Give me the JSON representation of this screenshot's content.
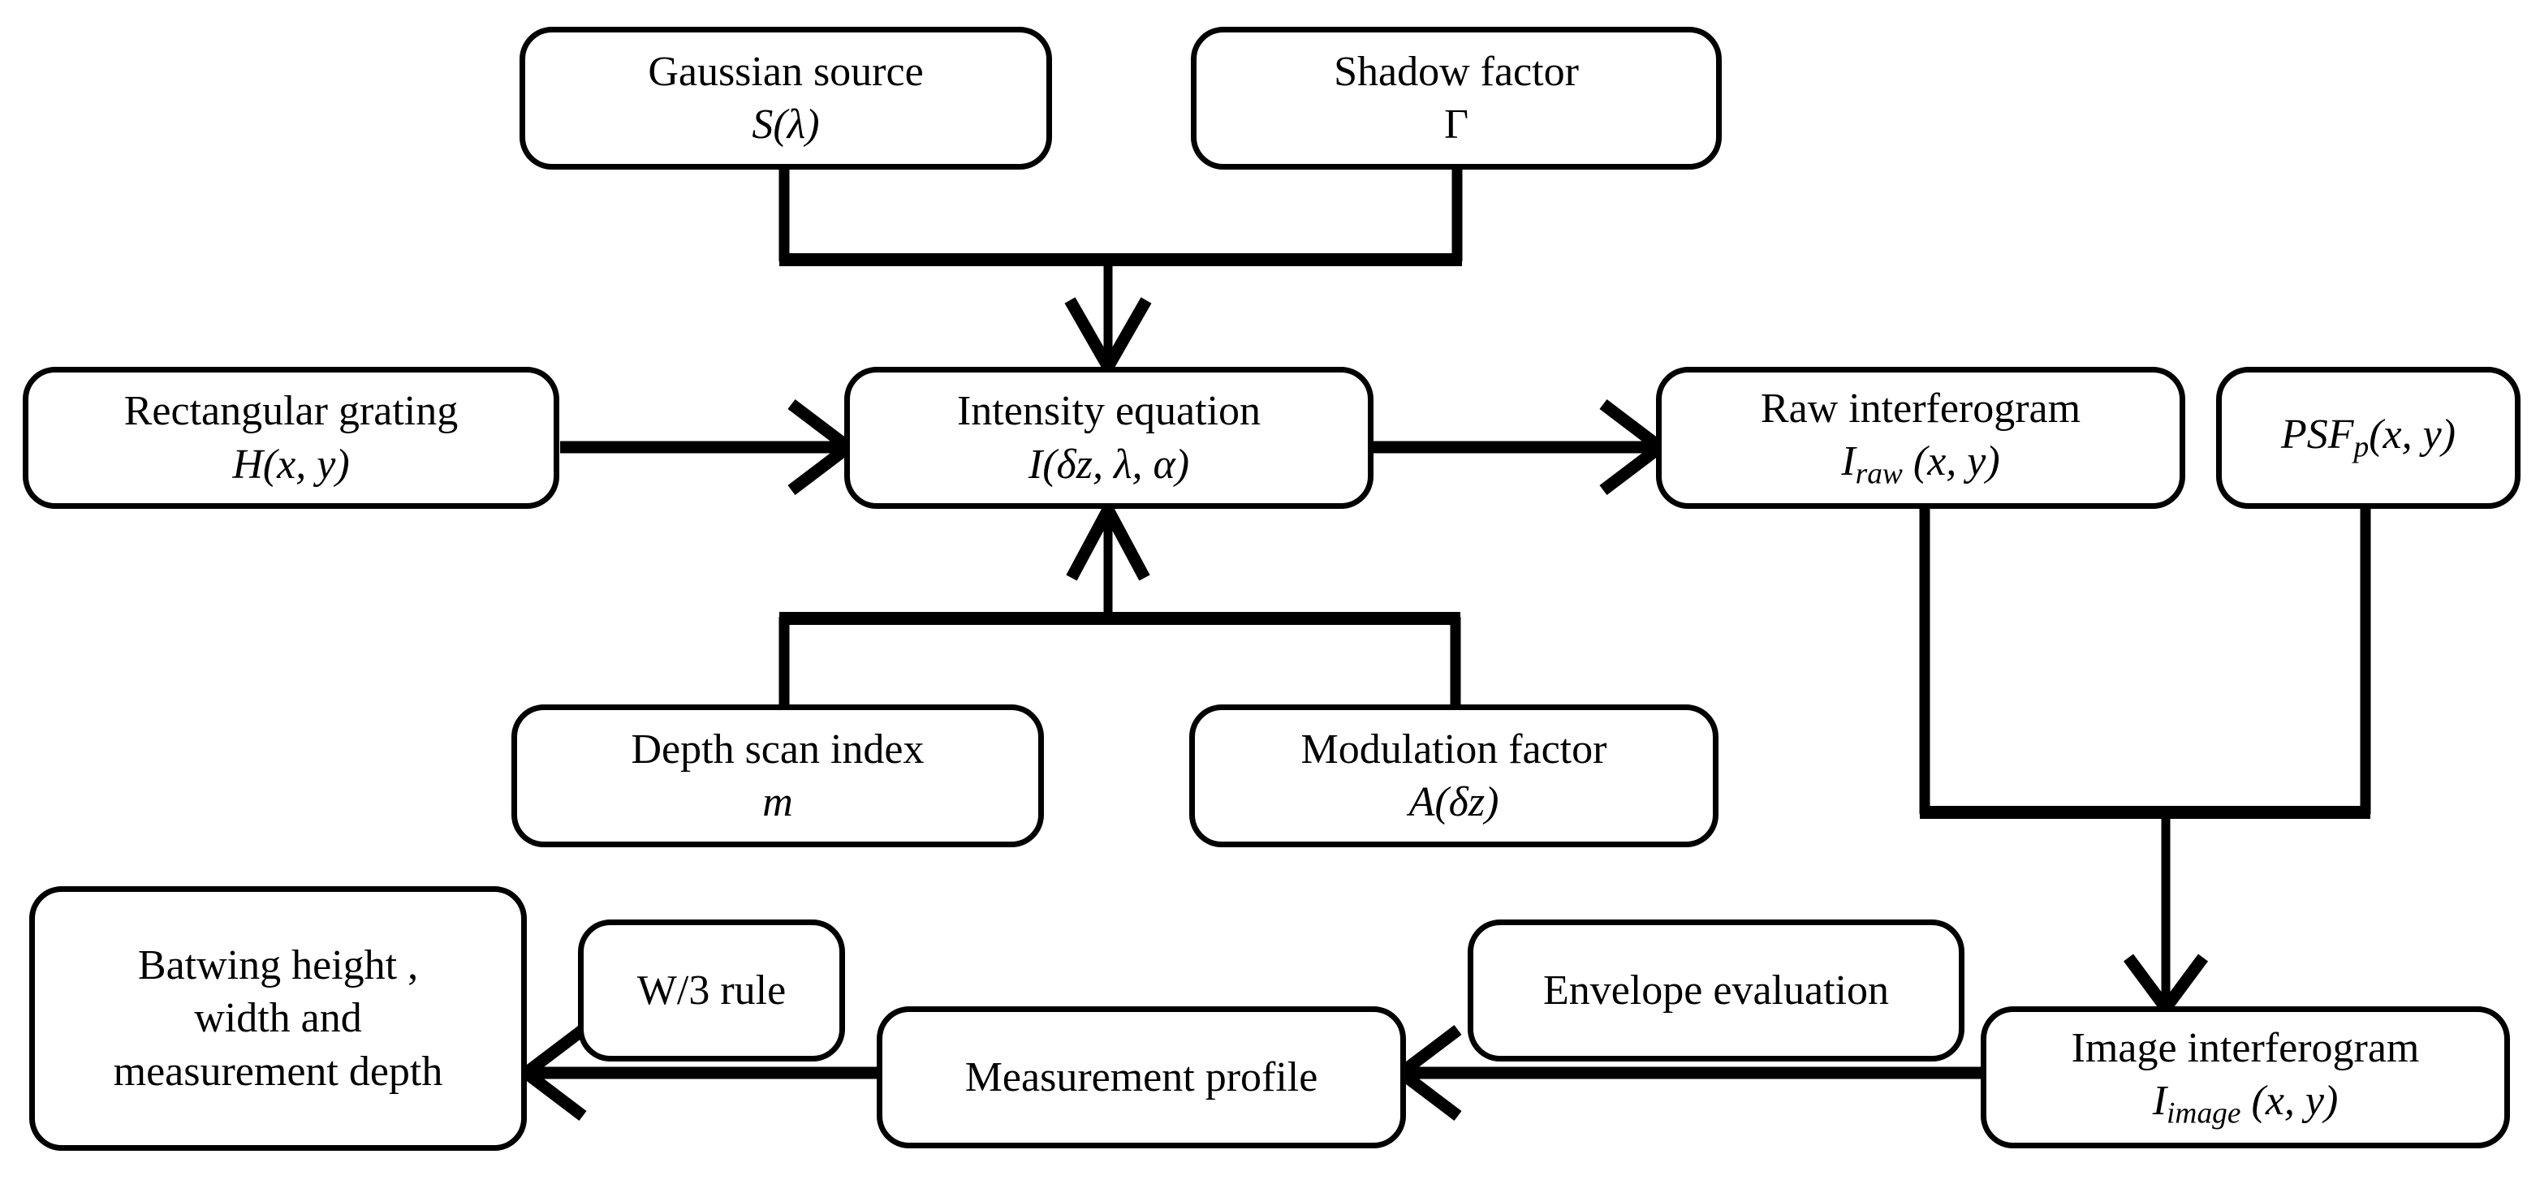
{
  "diagram": {
    "title": "Batwing measurement simulation flowchart",
    "background_color": "#ffffff",
    "line_color": "#000000"
  },
  "nodes": {
    "gaussian_source": {
      "line1": "Gaussian source",
      "line2": "S(λ)"
    },
    "shadow_factor": {
      "line1": "Shadow factor",
      "line2": "Γ"
    },
    "rectangular_grating": {
      "line1": "Rectangular grating",
      "line2": "H(x, y)"
    },
    "intensity_equation": {
      "line1": "Intensity equation",
      "line2": "I(δz, λ, α)"
    },
    "raw_interferogram": {
      "line1": "Raw interferogram",
      "line2_base": "I",
      "line2_sub": "raw",
      "line2_tail": " (x, y)"
    },
    "psf_p": {
      "line1_base": "PSF",
      "line1_sub": "p",
      "line1_tail": "(x, y)"
    },
    "depth_scan_index": {
      "line1": "Depth scan index",
      "line2": "m"
    },
    "modulation_factor": {
      "line1": "Modulation factor",
      "line2": "A(δz)"
    },
    "image_interferogram": {
      "line1": "Image interferogram",
      "line2_base": "I",
      "line2_sub": "image",
      "line2_tail": " (x, y)"
    },
    "envelope_evaluation": {
      "line1": "Envelope evaluation"
    },
    "measurement_profile": {
      "line1": "Measurement profile"
    },
    "w3_rule": {
      "line1": "W/3 rule"
    },
    "batwing_output": {
      "line1": "Batwing height ,",
      "line2": "width  and",
      "line3": "measurement depth"
    }
  },
  "edges": [
    {
      "name": "gaussian-source-to-intensity-equation",
      "from": "gaussian_source",
      "to": "intensity_equation",
      "style": "elbow-merge-down"
    },
    {
      "name": "shadow-factor-to-intensity-equation",
      "from": "shadow_factor",
      "to": "intensity_equation",
      "style": "elbow-merge-down"
    },
    {
      "name": "rectangular-grating-to-intensity-equation",
      "from": "rectangular_grating",
      "to": "intensity_equation",
      "style": "straight-right"
    },
    {
      "name": "intensity-equation-to-raw-interferogram",
      "from": "intensity_equation",
      "to": "raw_interferogram",
      "style": "straight-right"
    },
    {
      "name": "depth-scan-index-to-intensity-equation",
      "from": "depth_scan_index",
      "to": "intensity_equation",
      "style": "elbow-merge-up"
    },
    {
      "name": "modulation-factor-to-intensity-equation",
      "from": "modulation_factor",
      "to": "intensity_equation",
      "style": "elbow-merge-up"
    },
    {
      "name": "raw-interferogram-to-image-interferogram",
      "from": "raw_interferogram",
      "to": "image_interferogram",
      "style": "elbow-merge-down"
    },
    {
      "name": "psf-p-to-image-interferogram",
      "from": "psf_p",
      "to": "image_interferogram",
      "style": "elbow-merge-down"
    },
    {
      "name": "image-interferogram-to-measurement-profile",
      "from": "image_interferogram",
      "to": "measurement_profile",
      "style": "straight-left"
    },
    {
      "name": "measurement-profile-to-batwing-output",
      "from": "measurement_profile",
      "to": "batwing_output",
      "style": "straight-left"
    }
  ]
}
